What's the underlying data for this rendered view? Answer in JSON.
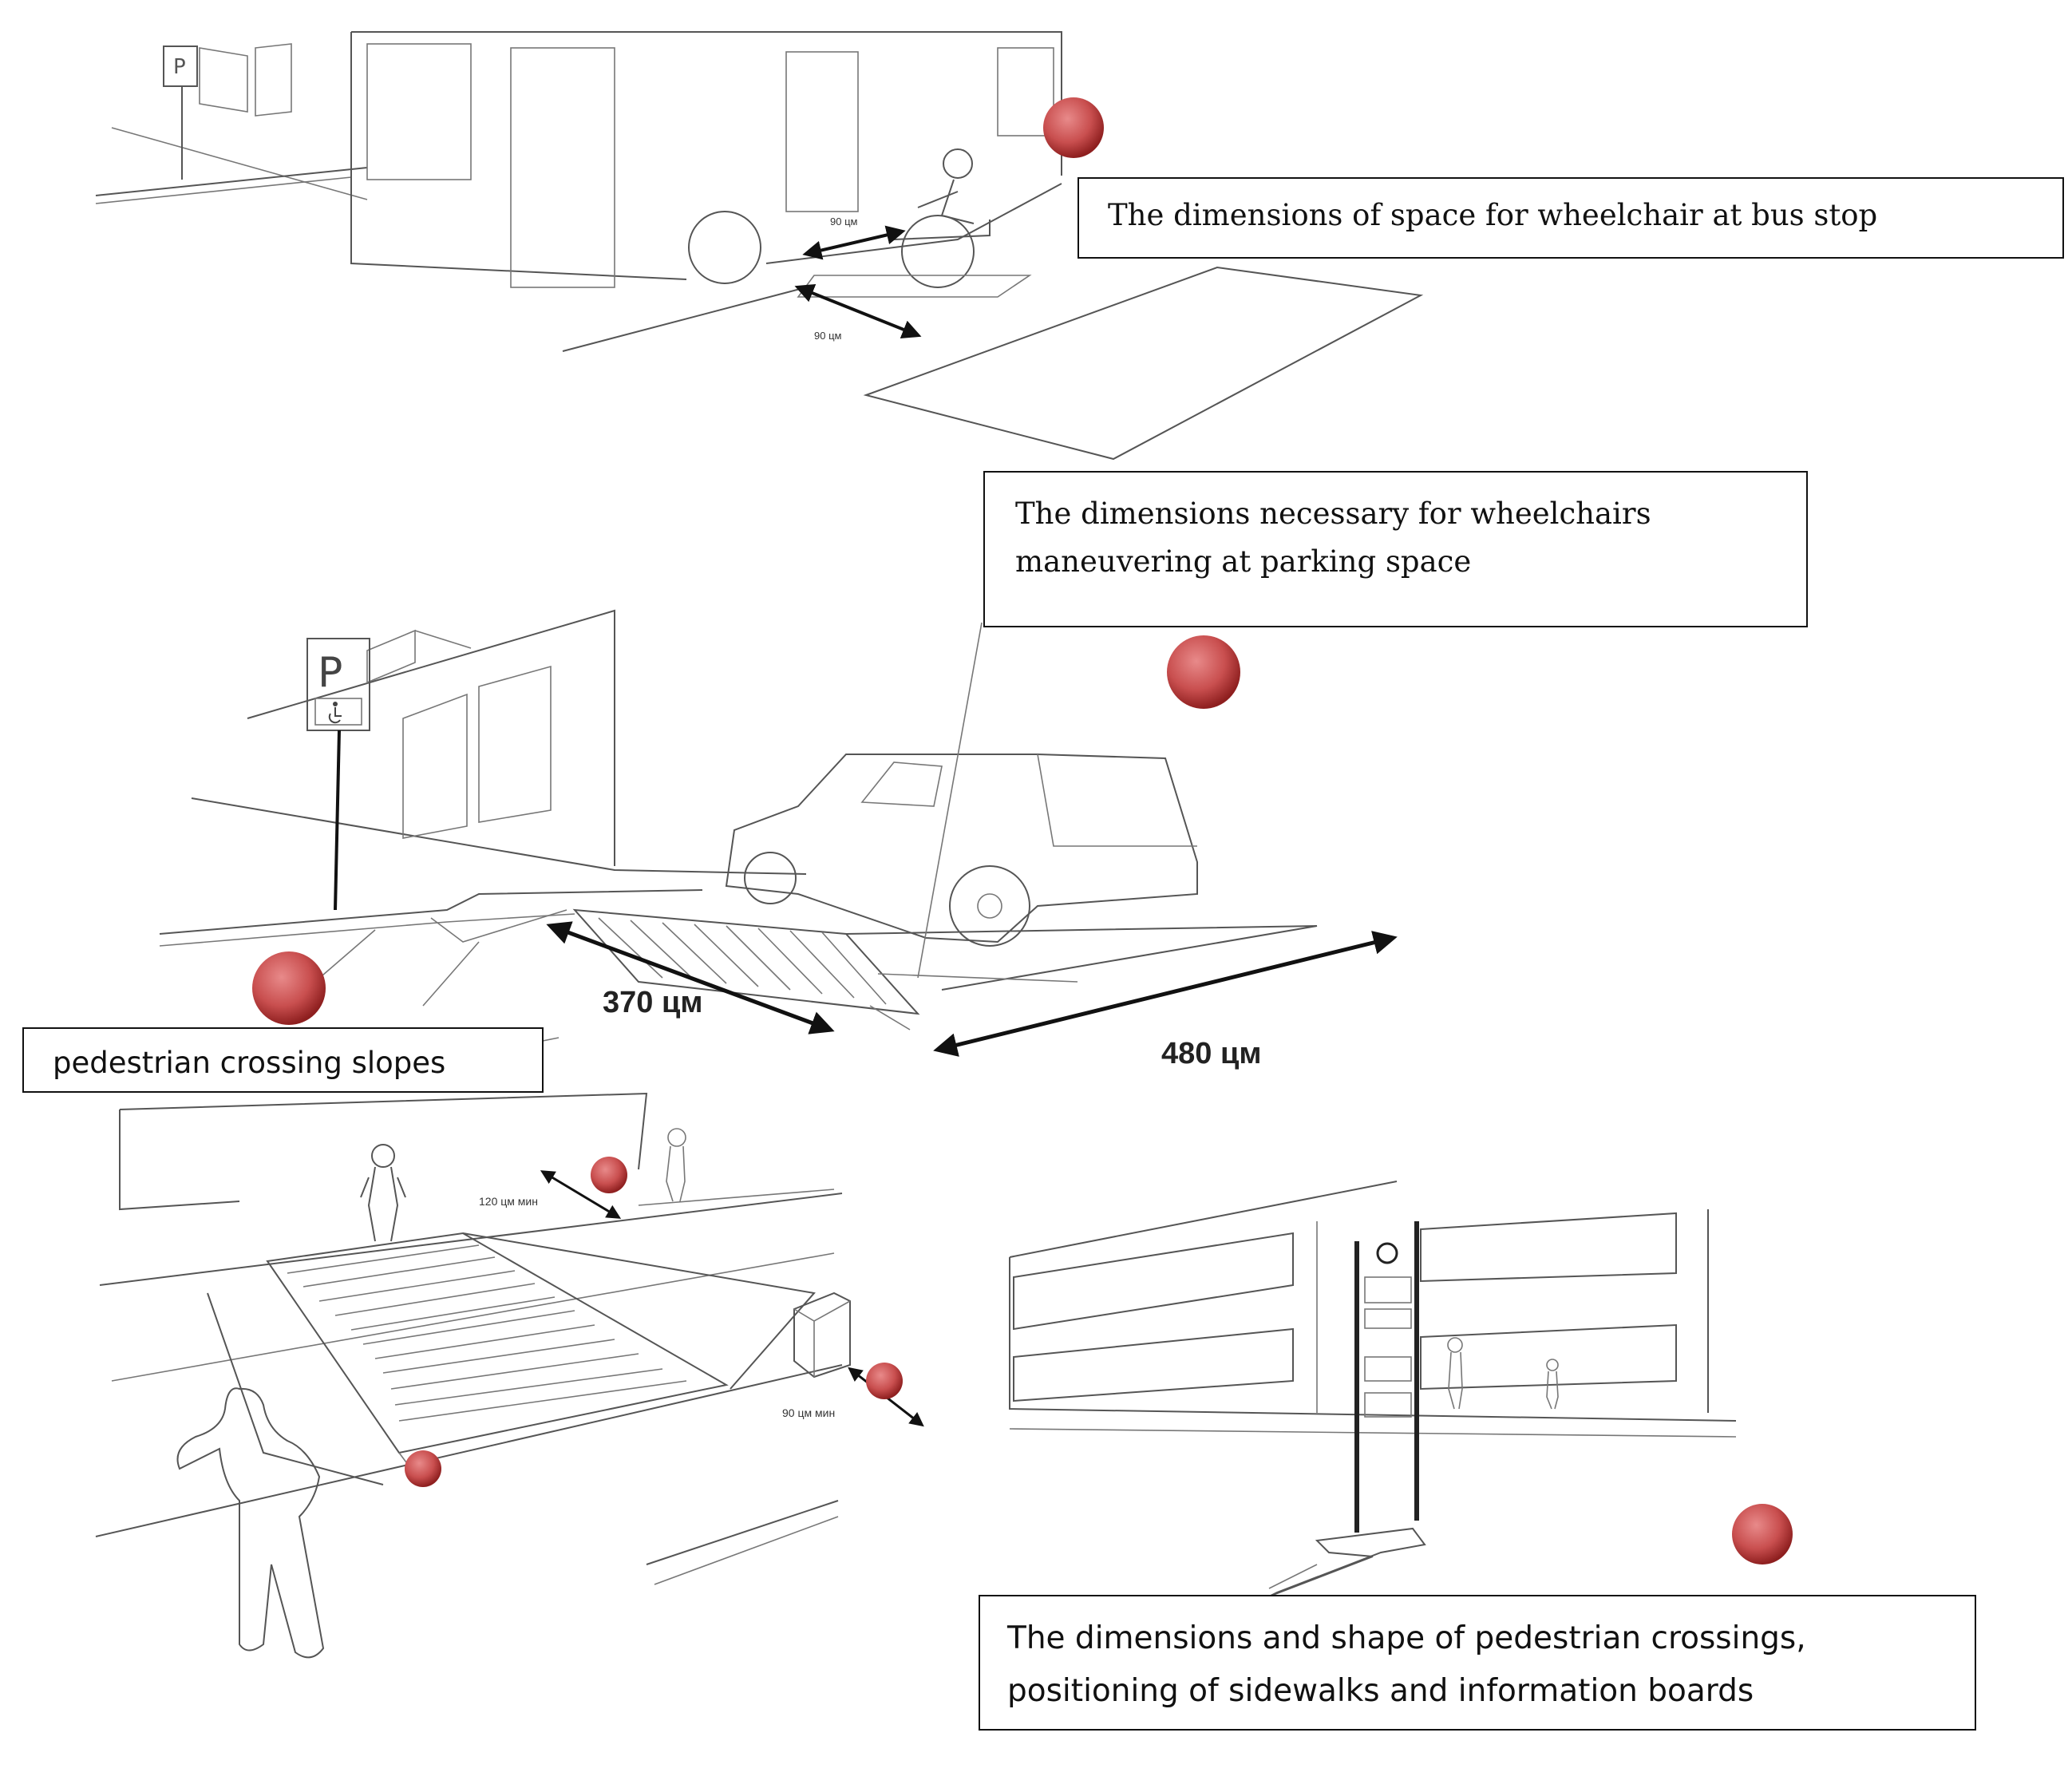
{
  "callouts": {
    "bus_stop": "The dimensions of space for wheelchair at bus stop",
    "parking_line1": "The dimensions necessary for wheelchairs",
    "parking_line2": "maneuvering at parking space",
    "slopes": "pedestrian crossing slopes",
    "crossings_line1": "The dimensions and shape of pedestrian crossings,",
    "crossings_line2": "positioning of sidewalks and information boards"
  },
  "dimensions": {
    "bus_top": "90 цм",
    "bus_bottom": "90 цм",
    "parking_width": "370 цм",
    "parking_length": "480 цм",
    "sidewalk": "120 цм мин",
    "obstacle": "90 цм мин"
  },
  "signs": {
    "parking_letter_top": "P",
    "parking_letter_main": "P"
  },
  "colors": {
    "marker": "#c94f4f",
    "marker_dark": "#8e1f1f",
    "outline": "#111111"
  },
  "icons": {
    "marker": "red-circle-marker",
    "accessible": "wheelchair-symbol"
  }
}
